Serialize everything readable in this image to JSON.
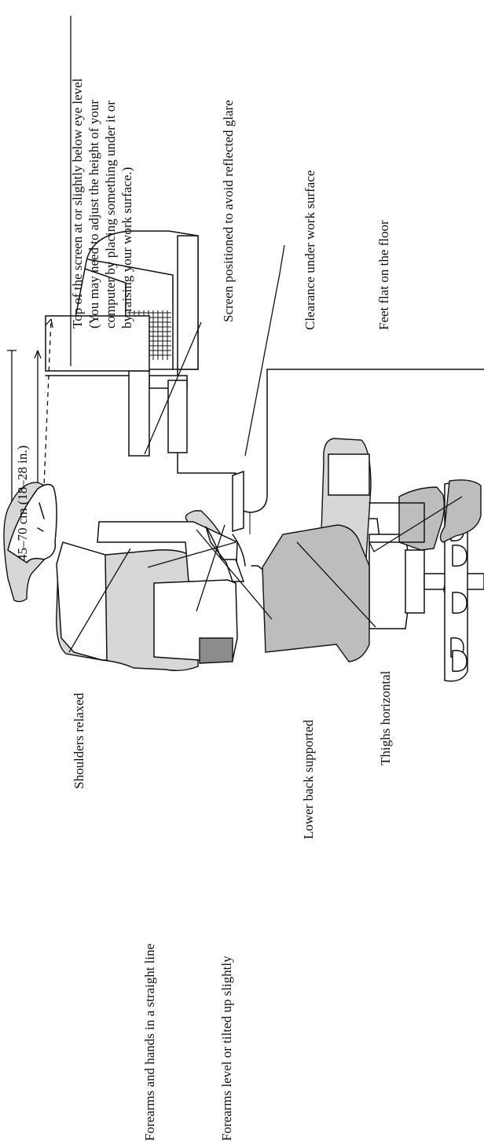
{
  "labels": {
    "screen_top": [
      "Top of the screen at or slightly below eye level",
      "(You may need to adjust the height of your",
      "computer by placing something under it or",
      "by raising your work surface.)"
    ],
    "glare": "Screen positioned to avoid reflected glare",
    "clearance": "Clearance under work surface",
    "feet": "Feet flat on the floor",
    "shoulders": "Shoulders relaxed",
    "forearms_hands": "Forearms and hands in a straight line",
    "forearms_level": "Forearms level or tilted up slightly",
    "lower_back": "Lower back supported",
    "thighs": "Thighs horizontal"
  },
  "distance": "45–70 cm (18–28 in.)"
}
